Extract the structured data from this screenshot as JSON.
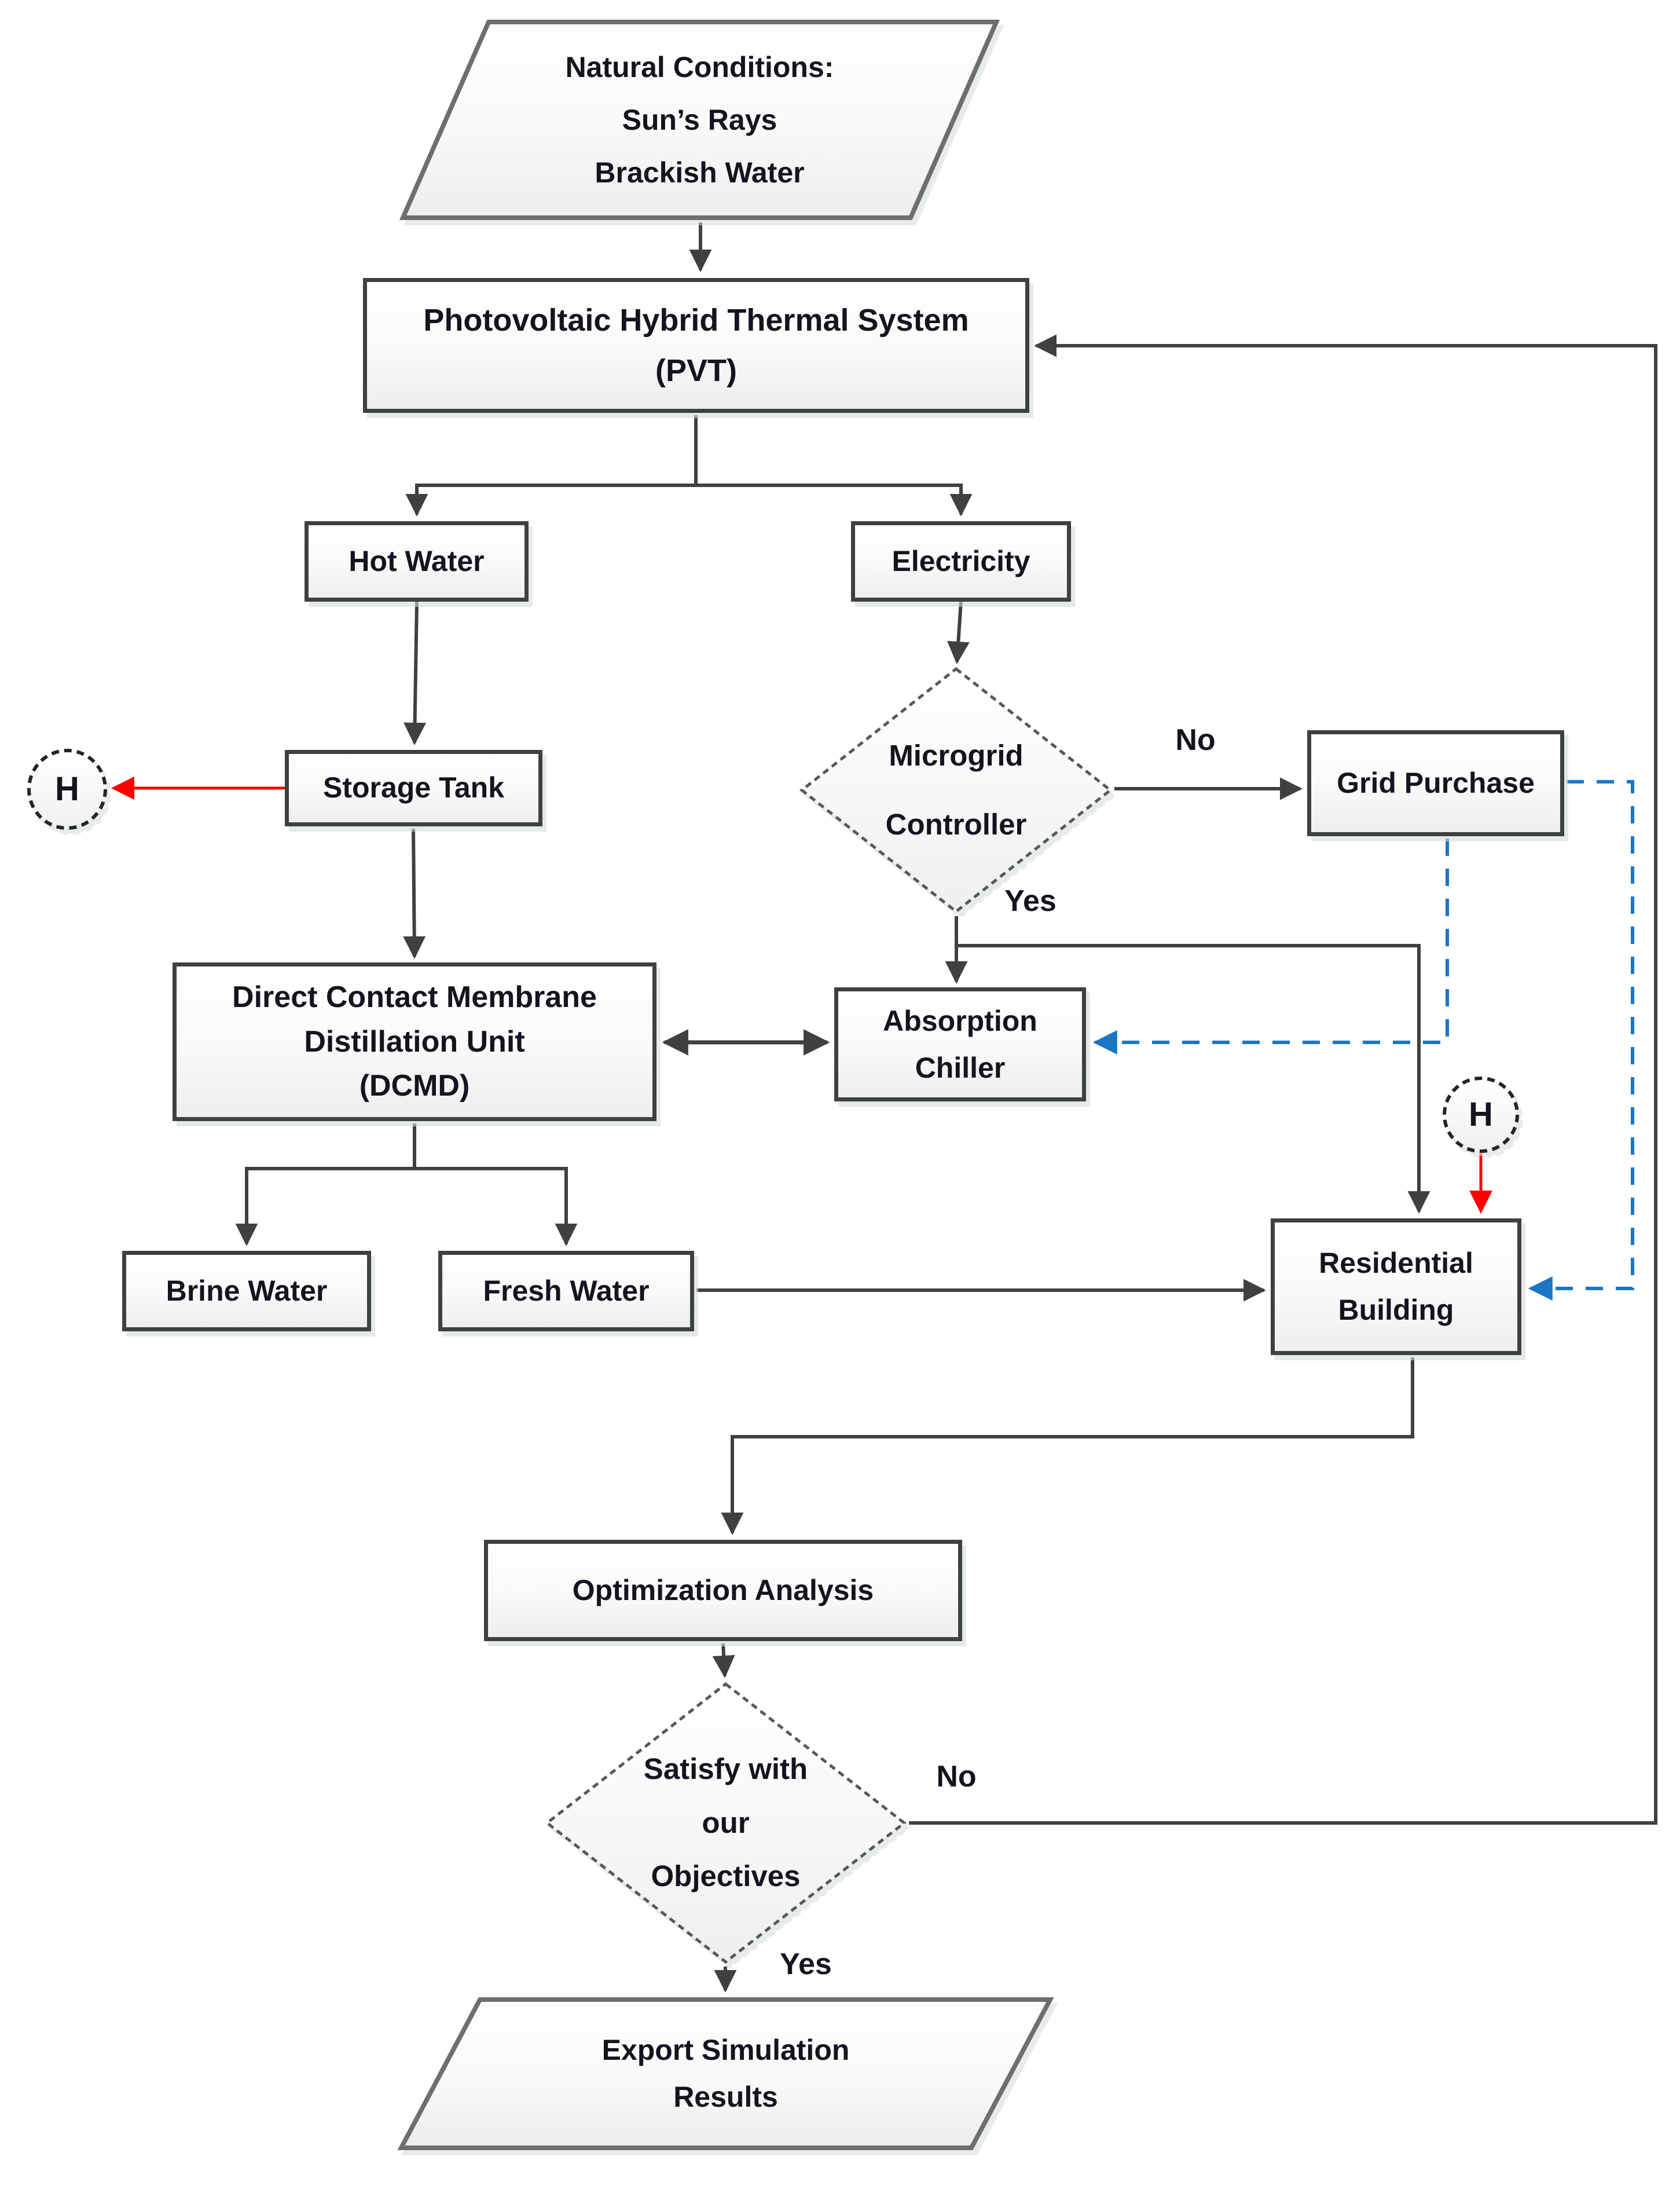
{
  "diagram_type": "flowchart",
  "colors": {
    "connector": "#404040",
    "red_arrow": "#fe0000",
    "blue_dashed": "#1b76c5",
    "box_border": "#3f4042",
    "shape_border_light": "#6e6e6e",
    "text": "#14141e",
    "fill_top": "#ffffff",
    "fill_bottom": "#edefef"
  },
  "nodes": {
    "natural_conditions": {
      "shape": "parallelogram",
      "lines": [
        "Natural Conditions:",
        "Sun’s Rays",
        "Brackish Water"
      ]
    },
    "pvt": {
      "shape": "rectangle",
      "lines": [
        "Photovoltaic Hybrid Thermal System",
        "(PVT)"
      ]
    },
    "hot_water": {
      "shape": "rectangle",
      "lines": [
        "Hot Water"
      ]
    },
    "electricity": {
      "shape": "rectangle",
      "lines": [
        "Electricity"
      ]
    },
    "h_left": {
      "shape": "circle",
      "lines": [
        "H"
      ]
    },
    "storage_tank": {
      "shape": "rectangle",
      "lines": [
        "Storage Tank"
      ]
    },
    "microgrid_controller": {
      "shape": "diamond",
      "lines": [
        "Microgrid",
        "Controller"
      ]
    },
    "grid_purchase": {
      "shape": "rectangle",
      "lines": [
        "Grid Purchase"
      ]
    },
    "dcmd": {
      "shape": "rectangle",
      "lines": [
        "Direct Contact Membrane",
        "Distillation Unit",
        "(DCMD)"
      ]
    },
    "absorption_chiller": {
      "shape": "rectangle",
      "lines": [
        "Absorption",
        "Chiller"
      ]
    },
    "h_right": {
      "shape": "circle",
      "lines": [
        "H"
      ]
    },
    "brine_water": {
      "shape": "rectangle",
      "lines": [
        "Brine Water"
      ]
    },
    "fresh_water": {
      "shape": "rectangle",
      "lines": [
        "Fresh Water"
      ]
    },
    "residential_building": {
      "shape": "rectangle",
      "lines": [
        "Residential",
        "Building"
      ]
    },
    "optimization_analysis": {
      "shape": "rectangle",
      "lines": [
        "Optimization Analysis"
      ]
    },
    "satisfy_objectives": {
      "shape": "diamond",
      "lines": [
        "Satisfy with",
        "our",
        "Objectives"
      ]
    },
    "export_results": {
      "shape": "parallelogram",
      "lines": [
        "Export Simulation",
        "Results"
      ]
    }
  },
  "edge_labels": {
    "microgrid_no": "No",
    "microgrid_yes": "Yes",
    "satisfy_no": "No",
    "satisfy_yes": "Yes"
  }
}
